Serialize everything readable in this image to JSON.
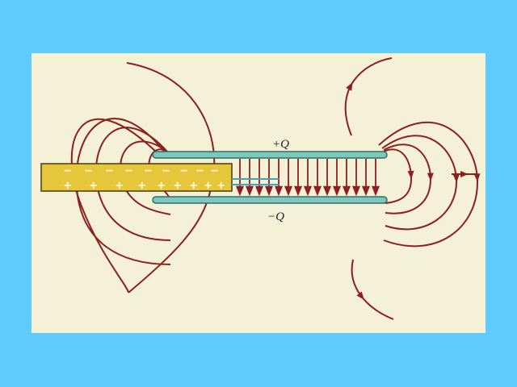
{
  "colors": {
    "background": "#5fcbff",
    "panel": "#f4f1d6",
    "field_line": "#8b1f24",
    "plate_fill": "#7fc6bd",
    "plate_stroke": "#2f6f6a",
    "dielectric_fill": "#e6c63a",
    "dielectric_stroke": "#4a3a10",
    "induced_line": "#3ea6b8",
    "sign_color": "#fff8d8"
  },
  "labels": {
    "top_plate": "+Q",
    "bottom_plate": "−Q"
  },
  "dielectric": {
    "top_signs": [
      "−",
      "−",
      "−",
      "−",
      "−",
      "−",
      "−",
      "−",
      "−"
    ],
    "bottom_signs": [
      "+",
      "+",
      "+",
      "+",
      "+",
      "+",
      "+",
      "+",
      "+"
    ]
  },
  "icons": {
    "arrow": "triangle-arrowhead"
  }
}
